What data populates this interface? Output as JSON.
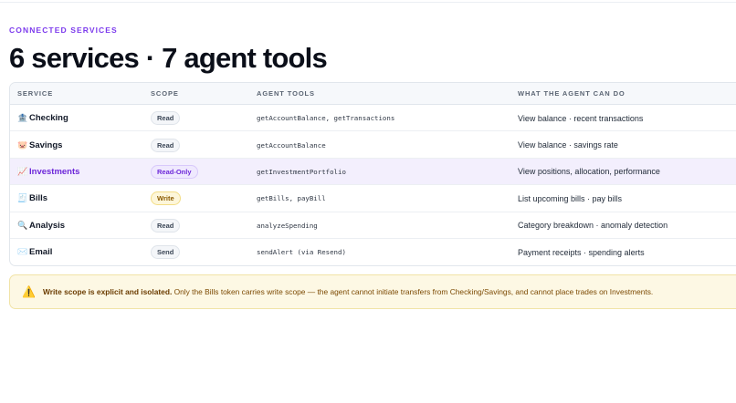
{
  "header": {
    "eyebrow": "CONNECTED SERVICES",
    "title": "6 services · 7 agent tools"
  },
  "table": {
    "columns": [
      "SERVICE",
      "SCOPE",
      "AGENT TOOLS",
      "WHAT THE AGENT CAN DO"
    ],
    "rows": [
      {
        "icon": "🏦",
        "icon_name": "bank-icon",
        "service": "Checking",
        "scope": "Read",
        "tools": "getAccountBalance, getTransactions",
        "desc": "View balance · recent transactions"
      },
      {
        "icon": "🐷",
        "icon_name": "piggy-bank-icon",
        "service": "Savings",
        "scope": "Read",
        "tools": "getAccountBalance",
        "desc": "View balance · savings rate"
      },
      {
        "icon": "📈",
        "icon_name": "chart-up-icon",
        "service": "Investments",
        "scope": "Read-Only",
        "tools": "getInvestmentPortfolio",
        "desc": "View positions, allocation, performance"
      },
      {
        "icon": "🧾",
        "icon_name": "receipt-icon",
        "service": "Bills",
        "scope": "Write",
        "tools": "getBills, payBill",
        "desc": "List upcoming bills · pay bills"
      },
      {
        "icon": "🔍",
        "icon_name": "magnifier-icon",
        "service": "Analysis",
        "scope": "Read",
        "tools": "analyzeSpending",
        "desc": "Category breakdown · anomaly detection"
      },
      {
        "icon": "✉️",
        "icon_name": "envelope-icon",
        "service": "Email",
        "scope": "Send",
        "tools": "sendAlert (via Resend)",
        "desc": "Payment receipts · spending alerts"
      }
    ]
  },
  "note": {
    "icon": "⚠️",
    "strong": "Write scope is explicit and isolated.",
    "text": " Only the Bills token carries write scope — the agent cannot initiate transfers from Checking/Savings, and cannot place trades on Investments."
  },
  "colors": {
    "accent": "#7c3aed",
    "highlight_row": "#f3effd",
    "warning_bg": "#fdf8e4",
    "write_badge": "#fdf6da"
  }
}
